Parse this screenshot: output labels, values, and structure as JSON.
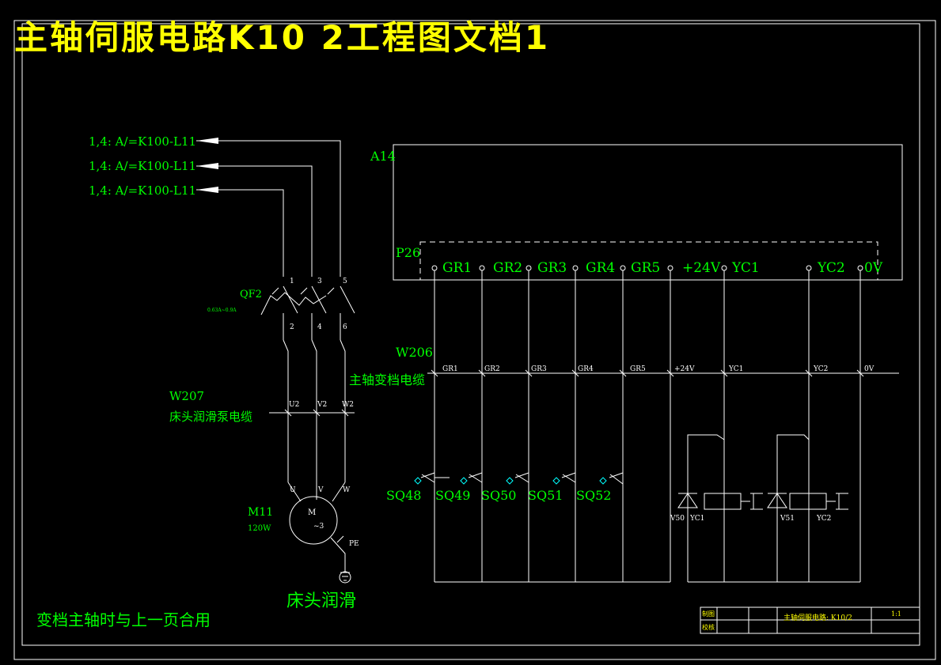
{
  "title": "主轴伺服电路K10 2工程图文档1",
  "colors": {
    "background": "#000000",
    "line": "#ffffff",
    "label": "#00ff00",
    "title": "#ffff00",
    "contact_marker": "#00ffff"
  },
  "feeds": [
    "1,4: A/=K100-L11",
    "1,4: A/=K100-L11",
    "1,4: A/=K100-L11"
  ],
  "breaker": {
    "label": "QF2",
    "rating": "0.63A~0.9A",
    "top_terminals": [
      "1",
      "3",
      "5"
    ],
    "bottom_terminals": [
      "2",
      "4",
      "6"
    ]
  },
  "cable_w207": {
    "label": "W207",
    "description": "床头润滑泵电缆",
    "conductors": [
      "U2",
      "V2",
      "W2"
    ]
  },
  "motor": {
    "label": "M11",
    "power": "120W",
    "symbol": "M",
    "phase": "~3",
    "terminals": [
      "U",
      "V",
      "W"
    ],
    "ground_label": "PE",
    "caption": "床头润滑"
  },
  "module": {
    "label": "A14",
    "connector": "P26",
    "pins": [
      "GR1",
      "GR2",
      "GR3",
      "GR4",
      "GR5",
      "+24V",
      "YC1",
      "YC2",
      "0V"
    ]
  },
  "cable_w206": {
    "label": "W206",
    "description": "主轴变档电缆",
    "conductors": [
      "GR1",
      "GR2",
      "GR3",
      "GR4",
      "GR5",
      "+24V",
      "YC1",
      "YC2",
      "0V"
    ]
  },
  "switches": [
    "SQ48",
    "SQ49",
    "SQ50",
    "SQ51",
    "SQ52"
  ],
  "coils": [
    {
      "diode": "V50",
      "coil": "YC1"
    },
    {
      "diode": "V51",
      "coil": "YC2"
    }
  ],
  "note": "变档主轴时与上一页合用",
  "title_block": {
    "row1_label": "制图",
    "row2_label": "校核",
    "drawing_name": "主轴伺服电路: K10/2",
    "scale": "1:1"
  }
}
